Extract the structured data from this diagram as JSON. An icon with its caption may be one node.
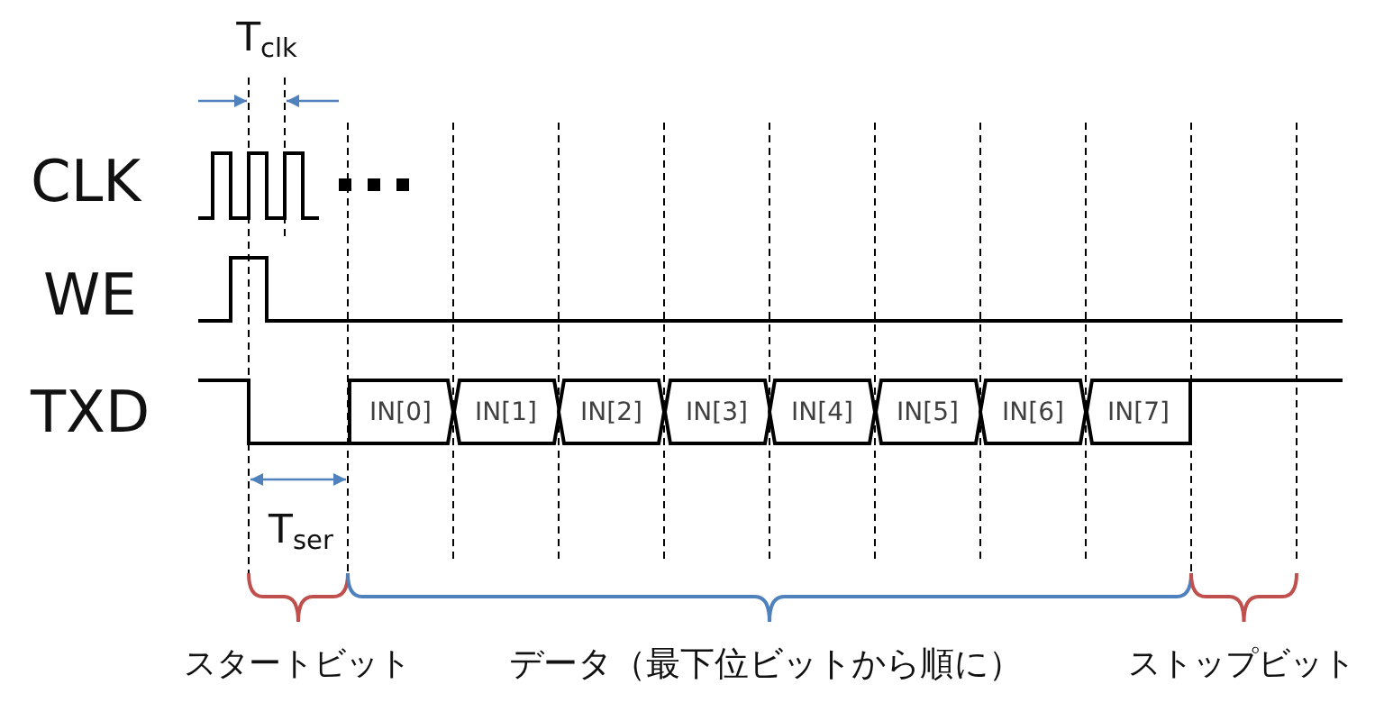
{
  "diagram": {
    "nodes": [
      {
        "text": [
          "IN[0]"
        ]
      },
      {
        "text": [
          "IN[1]"
        ]
      },
      {
        "text": [
          "IN[2]"
        ]
      },
      {
        "text": [
          "IN[3]"
        ]
      },
      {
        "text": [
          "IN[4]"
        ]
      },
      {
        "text": [
          "IN[5]"
        ]
      },
      {
        "text": [
          "IN[6]"
        ]
      },
      {
        "text": [
          "IN[7]"
        ]
      }
    ],
    "labels": [
      "T$_{clk}$",
      "CLK",
      "WE",
      "TXD",
      "T$_{ser}$",
      "スタートビット",
      "データ（最下位ビットから順に）",
      "ストップビット"
    ]
  }
}
